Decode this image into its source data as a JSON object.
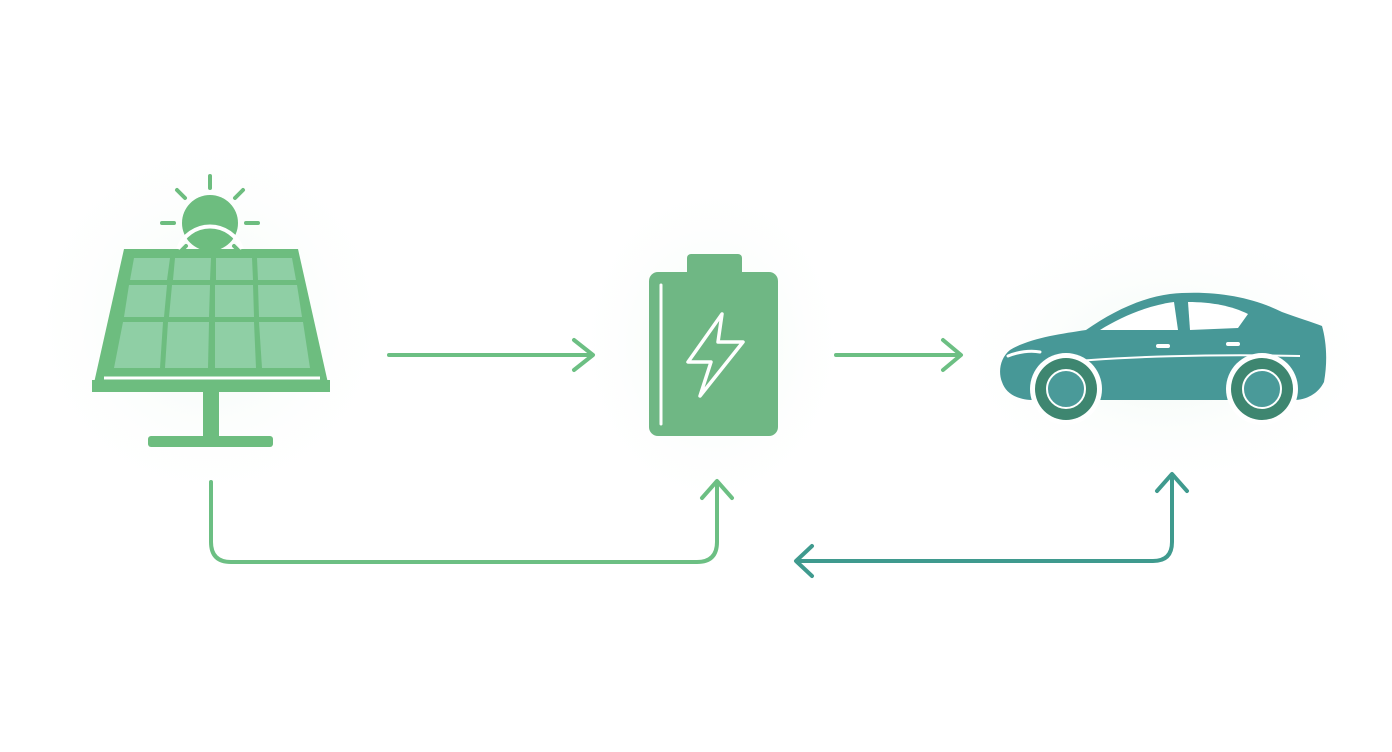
{
  "diagram": {
    "nodes": [
      {
        "id": "solar",
        "icon": "solar-panel-icon"
      },
      {
        "id": "sun",
        "icon": "sun-icon"
      },
      {
        "id": "battery",
        "icon": "battery-icon"
      },
      {
        "id": "bolt",
        "icon": "lightning-bolt-icon"
      },
      {
        "id": "car",
        "icon": "electric-car-icon"
      }
    ],
    "edges": [
      {
        "from": "solar",
        "to": "battery",
        "direction": "forward"
      },
      {
        "from": "battery",
        "to": "car",
        "direction": "forward"
      },
      {
        "from": "solar",
        "to": "battery",
        "direction": "forward",
        "routing": "below"
      },
      {
        "from": "car",
        "to": "battery",
        "direction": "bidirectional",
        "routing": "below"
      }
    ]
  },
  "colors": {
    "background": "#ffffff",
    "solar_green": "#6dbd7f",
    "solar_cell": "#8fcfa5",
    "battery_green": "#6fb784",
    "arrow_green": "#6cbf83",
    "car_teal": "#479897",
    "wheel_dark": "#3e8670",
    "wheel_hub": "#4a9a99",
    "bottom_right_arrow": "#3f9a8e",
    "halo": "#f3faf6"
  }
}
